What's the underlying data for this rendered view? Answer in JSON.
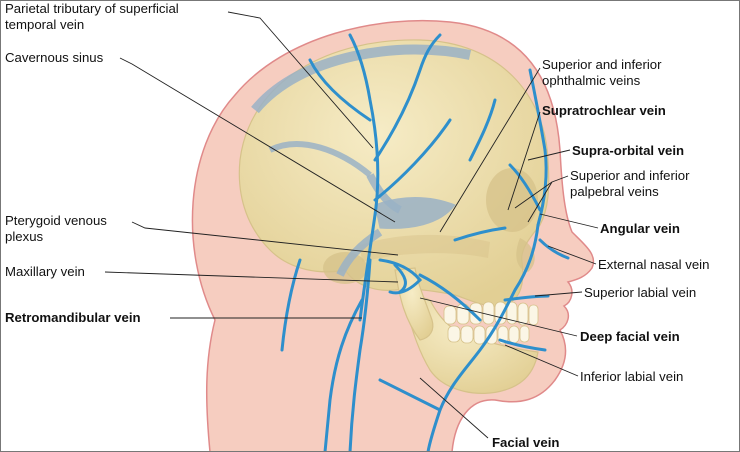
{
  "labels": {
    "parietal": [
      "Parietal tributary of superficial",
      "temporal vein"
    ],
    "cavernous": [
      "Cavernous sinus"
    ],
    "pterygoid": [
      "Pterygoid venous",
      "plexus"
    ],
    "maxillary": [
      "Maxillary vein"
    ],
    "retromandibular": [
      "Retromandibular vein"
    ],
    "ophthalmic": [
      "Superior and inferior",
      "ophthalmic veins"
    ],
    "supratrochlear": [
      "Supratrochlear vein"
    ],
    "supraorbital": [
      "Supra-orbital vein"
    ],
    "palpebral": [
      "Superior and inferior",
      "palpebral veins"
    ],
    "angular": [
      "Angular vein"
    ],
    "external_nasal": [
      "External nasal vein"
    ],
    "superior_labial": [
      "Superior labial vein"
    ],
    "deep_facial": [
      "Deep facial vein"
    ],
    "inferior_labial": [
      "Inferior labial vein"
    ],
    "facial": [
      "Facial vein"
    ]
  },
  "colors": {
    "skin": "#f6cdc0",
    "skin_outline": "#e08a8a",
    "skull": "#eedfae",
    "skull_shade": "#d6c28a",
    "vein": "#2e8fcc",
    "sinus": "#9ab2c6",
    "leader": "#222222"
  }
}
